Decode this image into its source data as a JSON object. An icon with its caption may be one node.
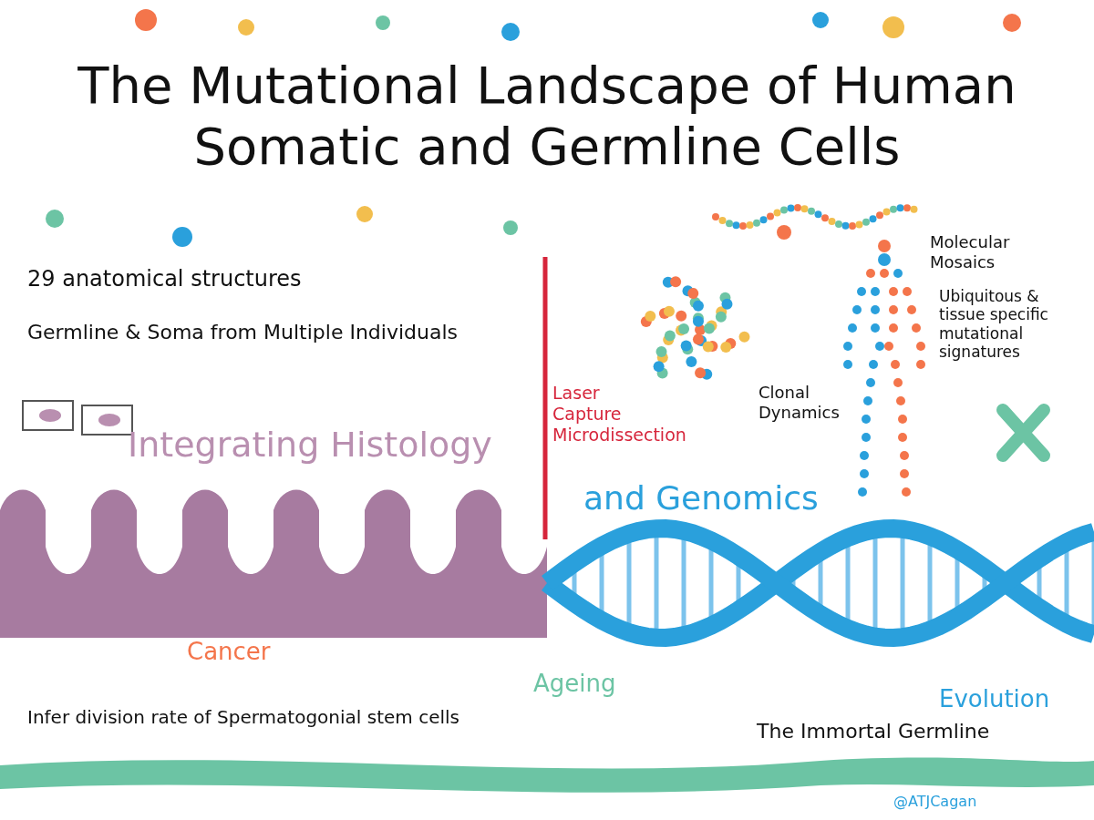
{
  "diagram": {
    "title": "The Mutational Landscape of Human Somatic and Germline Cells",
    "labels": [
      "29 anatomical structures",
      "Germline & Soma from Multiple Individuals",
      "Integrating Histology",
      "and Genomics",
      "Laser Capture Microdissection",
      "Clonal Dynamics",
      "Molecular Mosaics",
      "Ubiquitous & tissue specific mutational signatures",
      "Cancer",
      "Ageing",
      "Evolution",
      "Infer division rate of Spermatogonial stem cells",
      "The Immortal Germline",
      "@ATJCagan"
    ]
  }
}
